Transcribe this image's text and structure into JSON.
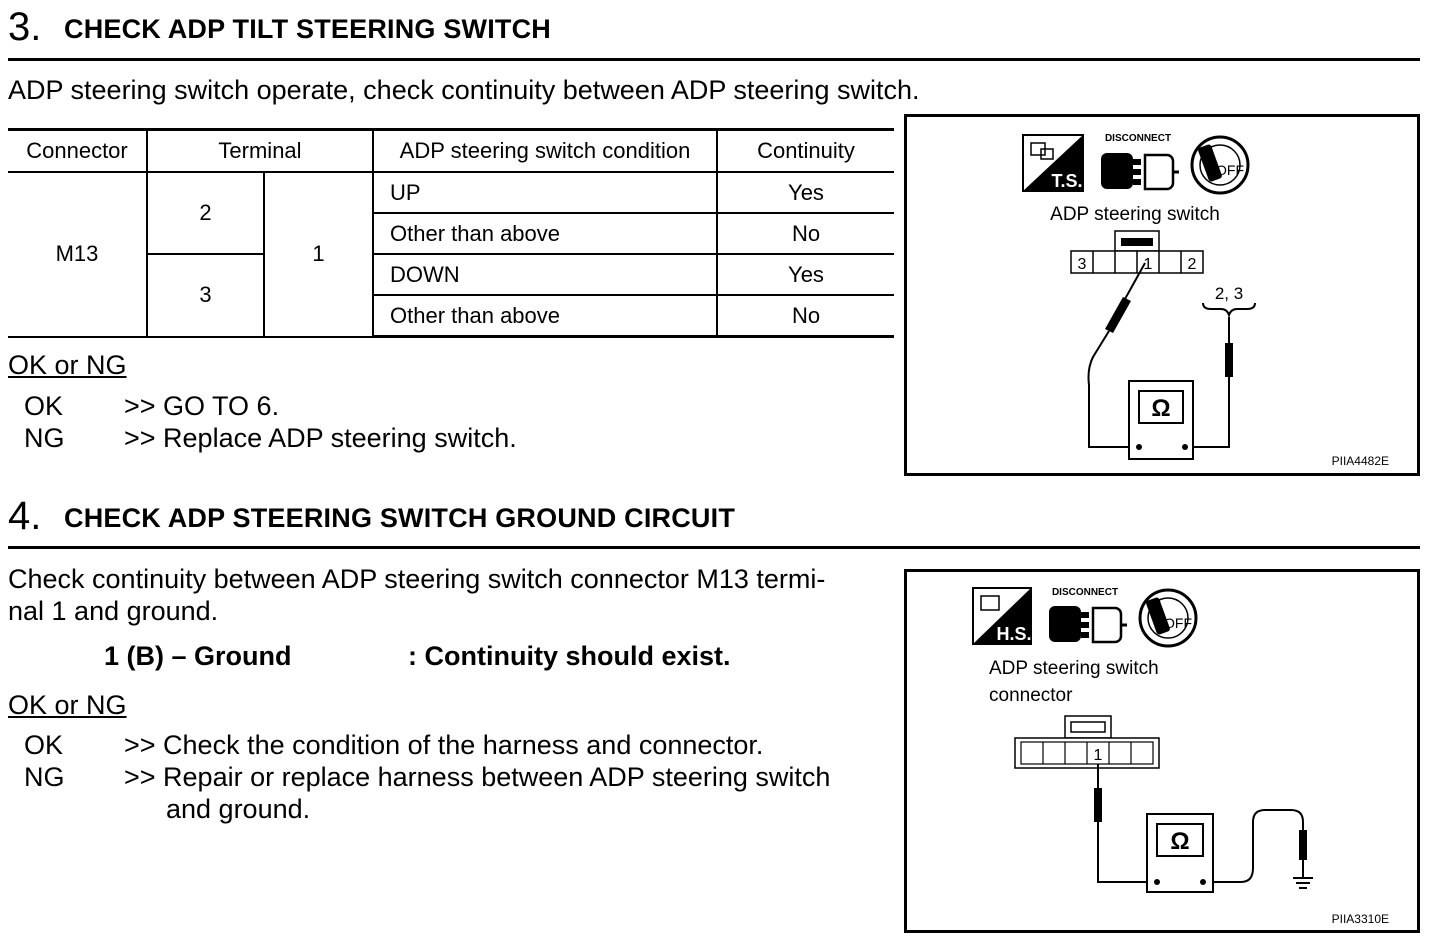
{
  "step3": {
    "number": "3.",
    "title": "CHECK ADP TILT STEERING SWITCH",
    "instruction": "ADP steering switch operate, check continuity between ADP steering switch.",
    "table": {
      "headers": [
        "Connector",
        "Terminal",
        "ADP steering switch condition",
        "Continuity"
      ],
      "connector": "M13",
      "terminal_a": [
        "2",
        "3"
      ],
      "terminal_b": "1",
      "rows": [
        {
          "condition": "UP",
          "continuity": "Yes"
        },
        {
          "condition": "Other than above",
          "continuity": "No"
        },
        {
          "condition": "DOWN",
          "continuity": "Yes"
        },
        {
          "condition": "Other than above",
          "continuity": "No"
        }
      ]
    },
    "ok_ng_heading": "OK or NG",
    "results": [
      {
        "label": "OK",
        "text": ">> GO TO 6."
      },
      {
        "label": "NG",
        "text": ">> Replace ADP steering switch."
      }
    ],
    "figure": {
      "icon_mode": "T.S.",
      "icon_disconnect": "DISCONNECT",
      "icon_off": "OFF",
      "label": "ADP steering switch",
      "pins": [
        "3",
        "1",
        "2"
      ],
      "probe_label": "2, 3",
      "meter_symbol": "Ω",
      "code": "PIIA4482E"
    }
  },
  "step4": {
    "number": "4.",
    "title": "CHECK ADP STEERING SWITCH GROUND CIRCUIT",
    "instruction_line1": "Check continuity between ADP steering switch connector M13 termi-",
    "instruction_line2": "nal 1 and ground.",
    "spec_left": "1 (B) – Ground",
    "spec_right": ": Continuity should exist.",
    "ok_ng_heading": "OK or NG",
    "results": [
      {
        "label": "OK",
        "text": ">> Check the condition of the harness and connector."
      },
      {
        "label": "NG",
        "text": ">> Repair or replace harness between ADP steering switch",
        "text2": "and ground."
      }
    ],
    "figure": {
      "icon_mode": "H.S.",
      "icon_disconnect": "DISCONNECT",
      "icon_off": "OFF",
      "label_line1": "ADP steering switch",
      "label_line2": "connector",
      "pin": "1",
      "meter_symbol": "Ω",
      "code": "PIIA3310E"
    }
  }
}
